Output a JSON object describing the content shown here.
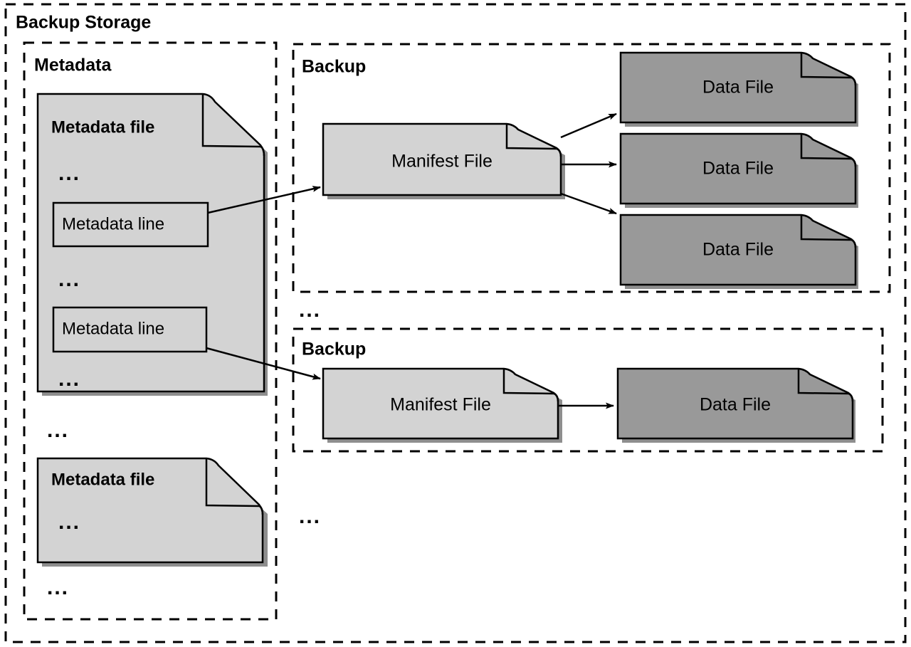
{
  "diagram": {
    "title": "Backup Storage",
    "colors": {
      "metadata_file_fill": "#d3d3d3",
      "manifest_file_fill": "#d3d3d3",
      "data_file_fill": "#999999",
      "metadata_line_fill": "#d3d3d3",
      "stroke": "#000000",
      "background": "#ffffff"
    },
    "containers": {
      "outer": {
        "label": "Backup Storage"
      },
      "metadata": {
        "label": "Metadata"
      },
      "backup_one": {
        "label": "Backup"
      },
      "backup_two": {
        "label": "Backup"
      }
    },
    "metadata_section": {
      "files": [
        {
          "title": "Metadata file",
          "ellipsis_top": "...",
          "lines": [
            {
              "label": "Metadata line"
            },
            {
              "label": "Metadata line"
            }
          ],
          "ellipsis_middle": "...",
          "ellipsis_bottom": "..."
        },
        {
          "title": "Metadata file",
          "ellipsis_top": "..."
        }
      ],
      "ellipsis_between_files": "...",
      "ellipsis_after_files": "..."
    },
    "backup_one_section": {
      "manifest": {
        "label": "Manifest File"
      },
      "data_files": [
        {
          "label": "Data File"
        },
        {
          "label": "Data File"
        },
        {
          "label": "Data File"
        }
      ]
    },
    "backup_two_section": {
      "manifest": {
        "label": "Manifest File"
      },
      "data_files": [
        {
          "label": "Data File"
        }
      ]
    },
    "ellipsis_between_backups": "...",
    "ellipsis_after_backups": "..."
  }
}
